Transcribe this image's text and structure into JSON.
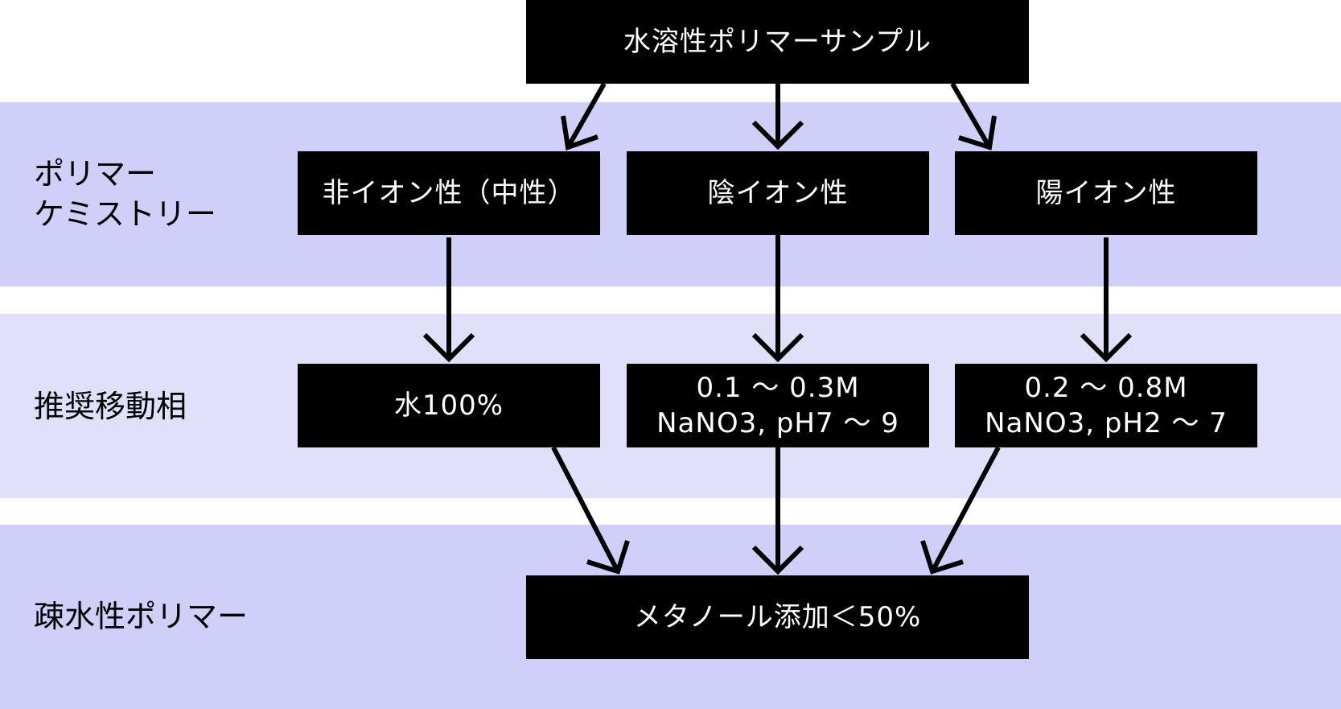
{
  "colors": {
    "band_dark": "#cfcff9",
    "band_light": "#e0e0fb",
    "node_fill": "#000000",
    "node_text": "#ffffff",
    "arrow": "#000000"
  },
  "rows": {
    "chemistry": "ポリマー\nケミストリー",
    "mobile_phase": "推奨移動相",
    "hydrophobic": "疎水性ポリマー"
  },
  "nodes": {
    "sample": "水溶性ポリマーサンプル",
    "nonionic": "非イオン性（中性）",
    "anionic": "陰イオン性",
    "cationic": "陽イオン性",
    "water": "水100%",
    "anion_mobile": "0.1 ～ 0.3M\nNaNO3, pH7 ～ 9",
    "cation_mobile": "0.2 ～ 0.8M\nNaNO3, pH2 ～ 7",
    "methanol": "メタノール添加＜50%"
  }
}
